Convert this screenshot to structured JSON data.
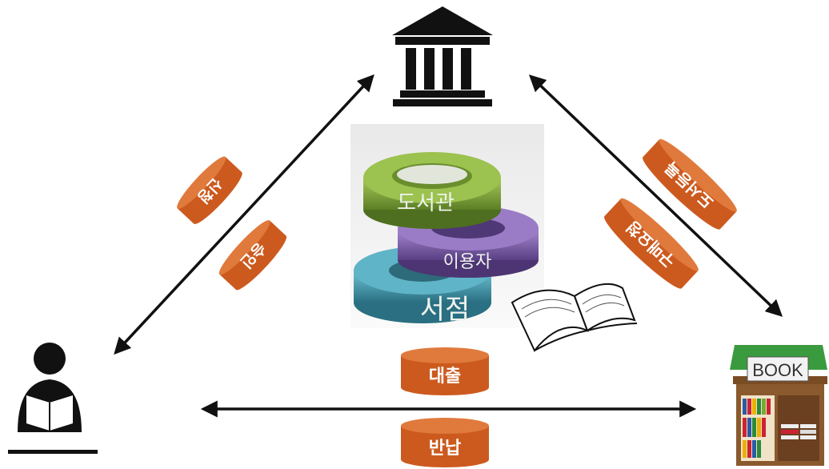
{
  "nodes": {
    "library": {
      "icon": "library-building-icon"
    },
    "user": {
      "icon": "person-reading-icon"
    },
    "bookstore": {
      "icon": "bookstore-icon",
      "sign": "BOOK"
    }
  },
  "center": {
    "rings": [
      {
        "label": "도서관",
        "color": "#7ea33a"
      },
      {
        "label": "이용자",
        "color": "#7b5aa6"
      },
      {
        "label": "서점",
        "color": "#3b8fa3"
      }
    ],
    "book_icon": "open-book-icon"
  },
  "tags": {
    "apply": "신청",
    "approve": "승인",
    "register_books": "도서등록",
    "purchase_request": "구매요청",
    "loan": "대출",
    "return": "반납"
  },
  "colors": {
    "tag_fill": "#cc5a1e",
    "tag_top": "#e07a3c",
    "arrow": "#111111"
  }
}
